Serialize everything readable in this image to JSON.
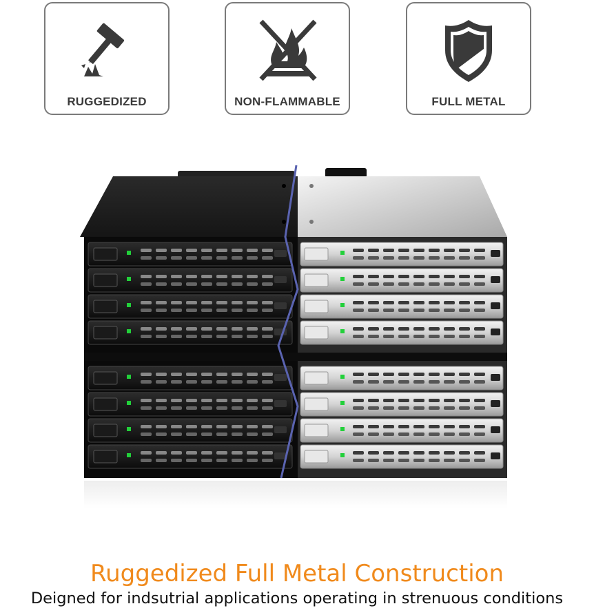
{
  "features": [
    {
      "label": "RUGGEDIZED",
      "icon": "hammer-icon"
    },
    {
      "label": "NON-FLAMMABLE",
      "icon": "no-fire-icon"
    },
    {
      "label": "FULL METAL",
      "icon": "shield-icon"
    }
  ],
  "product": {
    "image": "drive-bay-enclosure",
    "bays": 16,
    "finishes": [
      "black",
      "silver"
    ],
    "led_color": "#22d03a"
  },
  "headline": "Ruggedized Full Metal Construction",
  "subline": "Deigned for indsutrial applications operating in strenuous conditions",
  "colors": {
    "accent": "#f08a1c",
    "border": "#7a7a7a",
    "icon": "#3a3a3a"
  }
}
